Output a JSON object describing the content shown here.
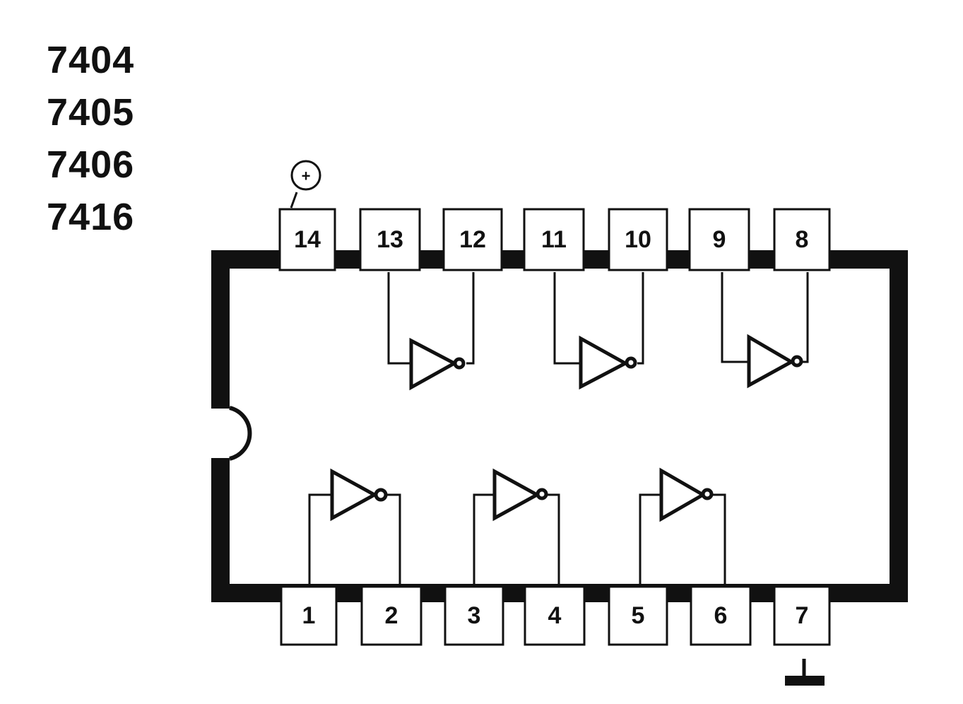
{
  "part_numbers": [
    "7404",
    "7405",
    "7406",
    "7416"
  ],
  "top_pins": [
    "14",
    "13",
    "12",
    "11",
    "10",
    "9",
    "8"
  ],
  "bottom_pins": [
    "1",
    "2",
    "3",
    "4",
    "5",
    "6",
    "7"
  ],
  "vcc_symbol": "+",
  "colors": {
    "ink": "#111111",
    "background": "#ffffff"
  }
}
